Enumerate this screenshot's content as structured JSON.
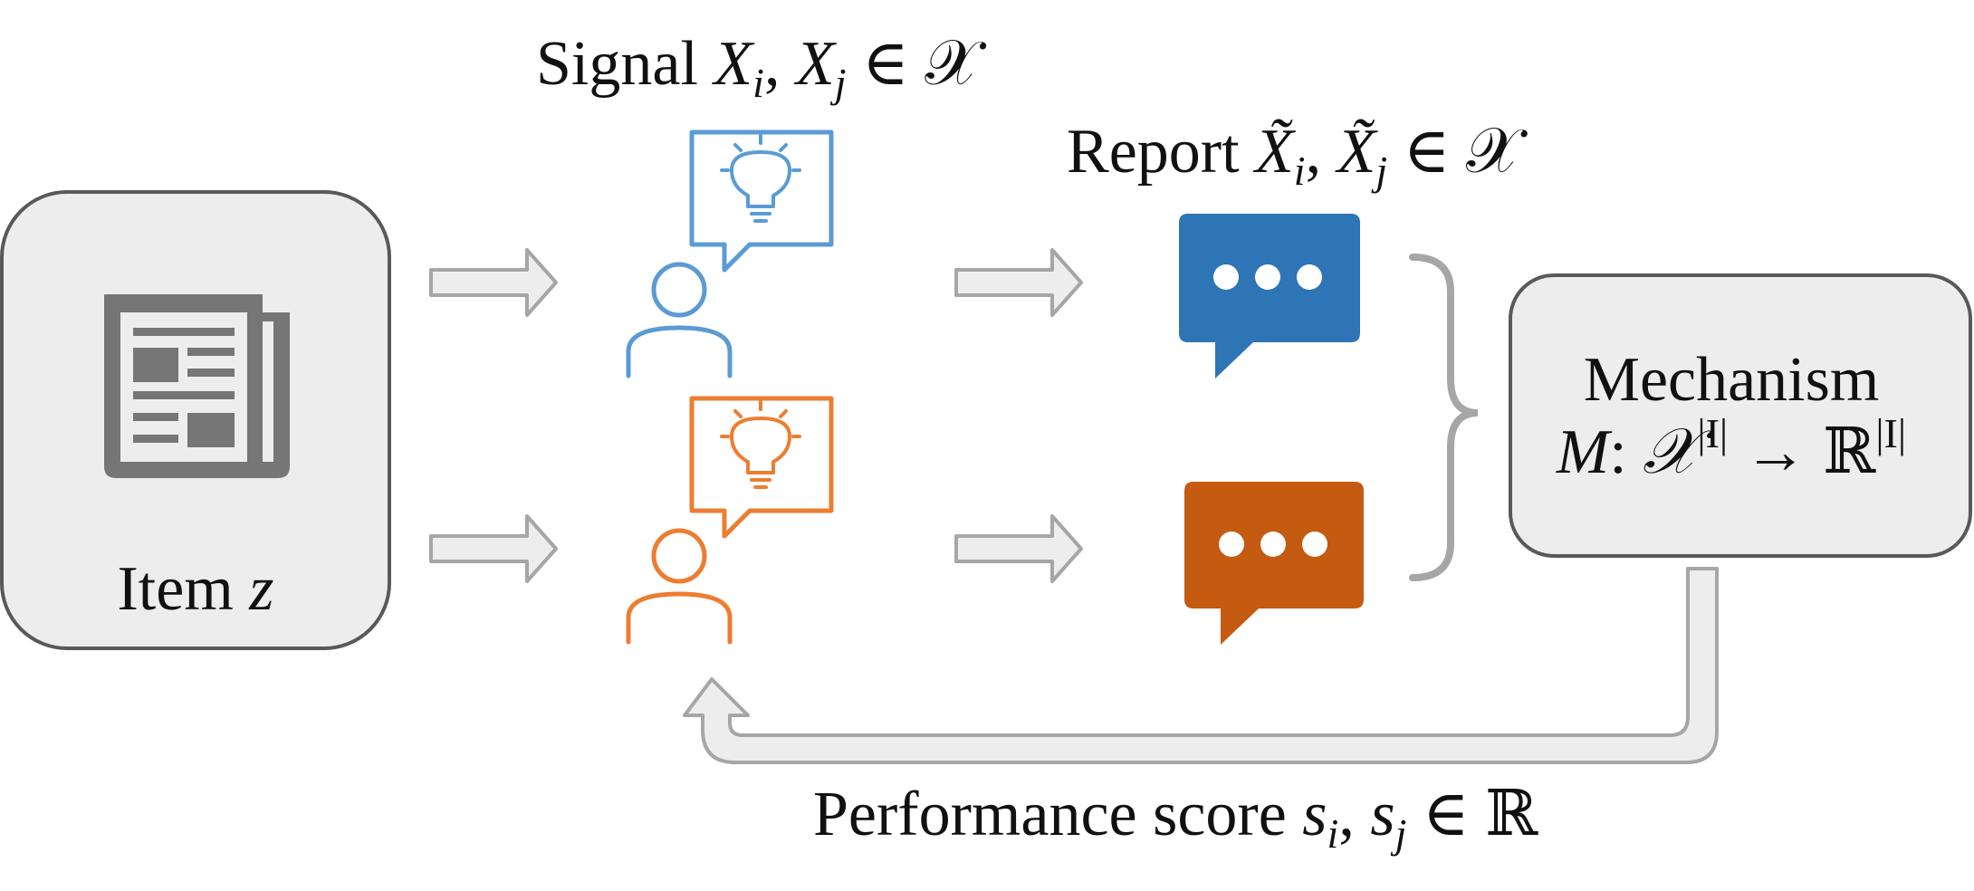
{
  "item_box": {
    "label_text": "Item ",
    "label_var": "z"
  },
  "signal_label": {
    "text": "Signal ",
    "x1": "X",
    "s1": "i",
    "x2": "X",
    "s2": "j",
    "tail": " ∈ 𝒳"
  },
  "report_label": {
    "text": "Report ",
    "x1": "X̃",
    "s1": "i",
    "x2": "X̃",
    "s2": "j",
    "tail": " ∈ 𝒳"
  },
  "mechanism": {
    "title": "Mechanism",
    "formula_m": "M",
    "formula_colon": ": ",
    "formula_x": "𝒳",
    "formula_sup1": "|I|",
    "formula_arrow": " → ℝ",
    "formula_sup2": "|I|"
  },
  "score_label": {
    "text": "Performance score ",
    "s1": "s",
    "sub1": "i",
    "s2": "s",
    "sub2": "j",
    "tail": " ∈ ℝ"
  },
  "colors": {
    "agent_i": "#5b9bd5",
    "agent_j": "#ed7d31",
    "report_i": "#2e75b6",
    "report_j": "#c55a11",
    "box_fill": "#ededed",
    "box_stroke": "#595959",
    "arrow_fill": "#ededed",
    "arrow_stroke": "#a6a6a6",
    "icon_gray": "#767676"
  },
  "icons": [
    "newspaper-icon",
    "person-icon",
    "lightbulb-icon",
    "speech-bubble-icon",
    "chat-bubble-icon"
  ]
}
